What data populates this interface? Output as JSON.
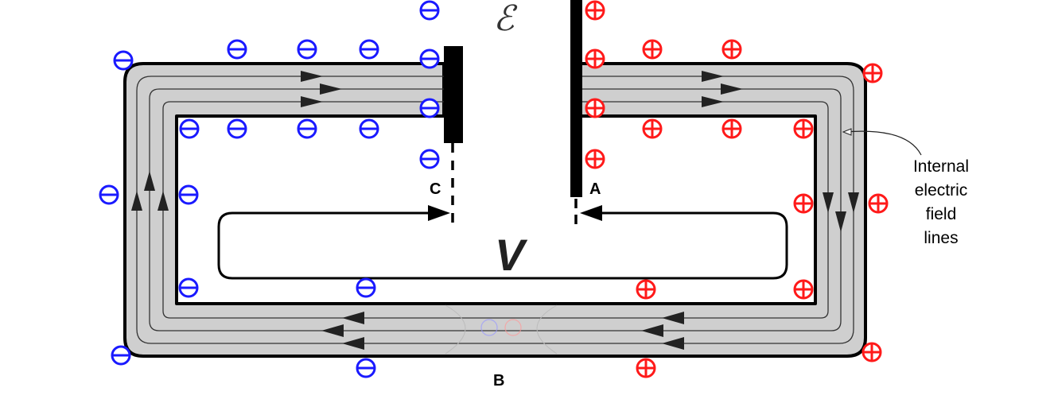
{
  "labels": {
    "emf": "ℰ",
    "voltage": "V",
    "point_a": "A",
    "point_b": "B",
    "point_c": "C",
    "annotation": [
      "Internal",
      "electric",
      "field",
      "lines"
    ]
  },
  "colors": {
    "negative": "#1a1aff",
    "positive": "#ff1a1a",
    "wire_fill": "#cfcfcf",
    "outline": "#000000"
  },
  "icons": {
    "negative_charge": "circled-minus-icon",
    "positive_charge": "circled-plus-icon",
    "battery_plate": "battery-plate",
    "field_arrow": "arrowhead"
  }
}
